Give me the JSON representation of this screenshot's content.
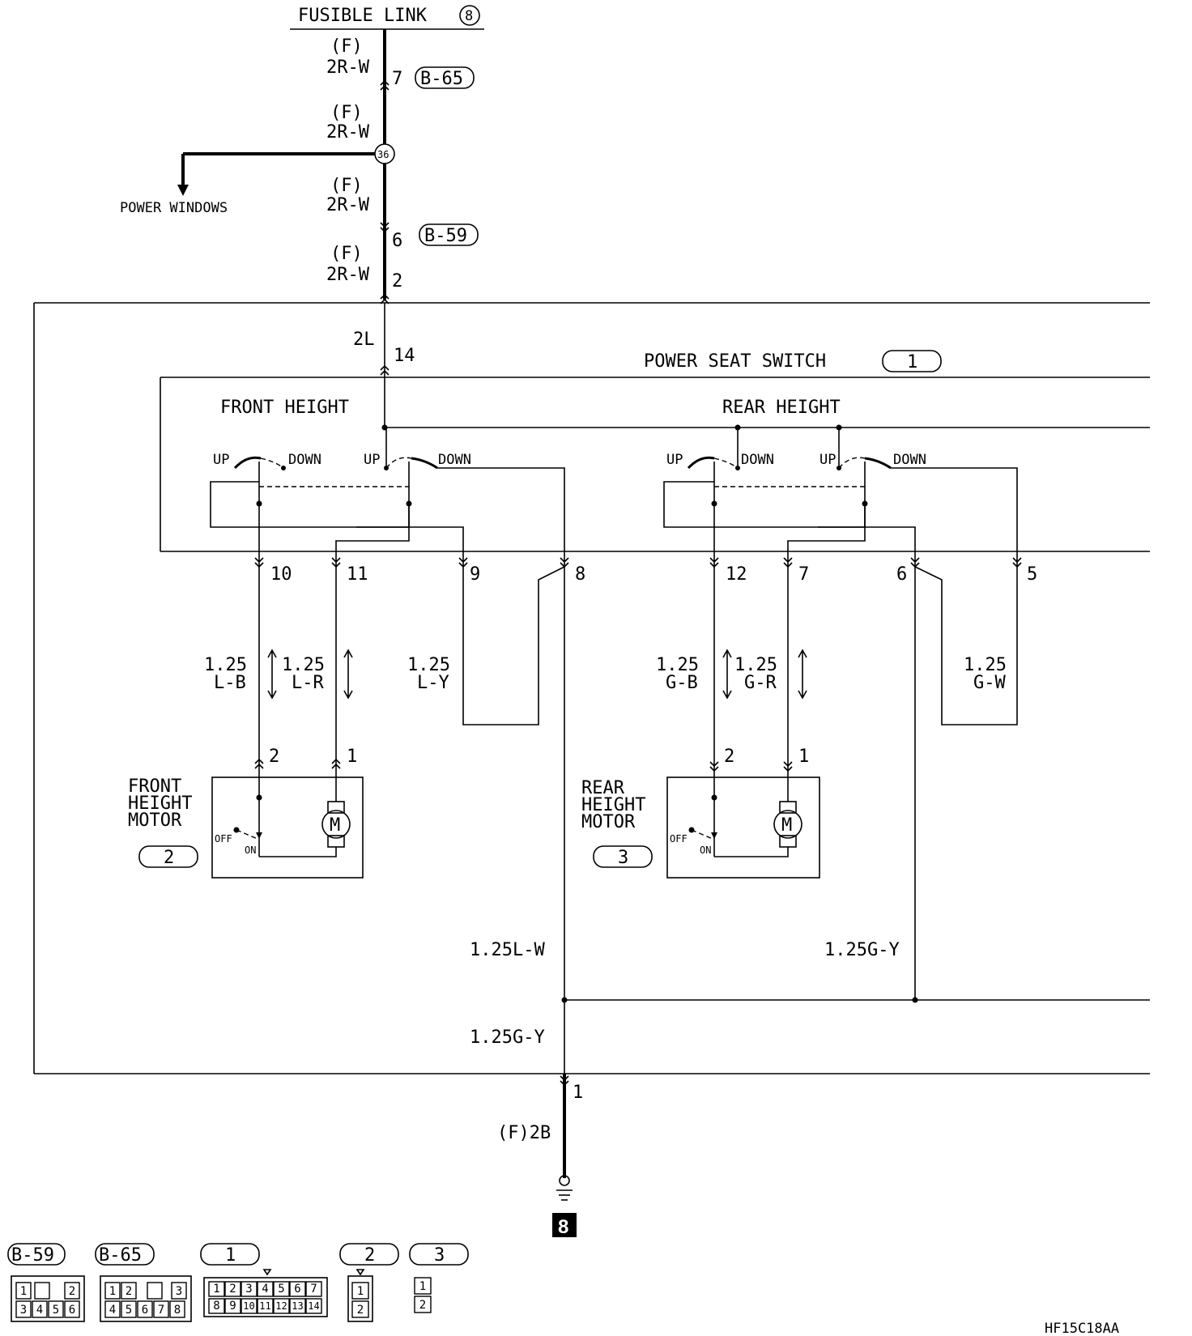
{
  "header": {
    "fusible_link": "FUSIBLE LINK",
    "fusible_link_number": "8",
    "power_windows": "POWER WINDOWS"
  },
  "wires": {
    "feed_code": "(F)",
    "feed_color": "2R-W",
    "switch_feed": "2L",
    "front_b": "1.25\nL-B",
    "front_b_size": "1.25",
    "front_b_color": "L-B",
    "front_r_size": "1.25",
    "front_r_color": "L-R",
    "front_y_size": "1.25",
    "front_y_color": "L-Y",
    "rear_b_size": "1.25",
    "rear_b_color": "G-B",
    "rear_r_size": "1.25",
    "rear_r_color": "G-R",
    "rear_w_size": "1.25",
    "rear_w_color": "G-W",
    "lw": "1.25L-W",
    "gy1": "1.25G-Y",
    "gy2": "1.25G-Y",
    "ground_wire": "(F)2B"
  },
  "connectors": {
    "b65": "B-65",
    "b59": "B-59",
    "junction": "36",
    "sw_id": "1",
    "front_motor_id": "2",
    "rear_motor_id": "3",
    "ground_id": "8"
  },
  "pins": {
    "b65": "7",
    "b59": "6",
    "sw_in": "2",
    "p14": "14",
    "p10": "10",
    "p11": "11",
    "p9": "9",
    "p8": "8",
    "p12": "12",
    "p7": "7",
    "p6": "6",
    "p5": "5",
    "fm2": "2",
    "fm1": "1",
    "rm2": "2",
    "rm1": "1",
    "gnd": "1"
  },
  "switch": {
    "title": "POWER SEAT SWITCH",
    "front_height": "FRONT HEIGHT",
    "rear_height": "REAR HEIGHT",
    "up": "UP",
    "down": "DOWN"
  },
  "motors": {
    "front_line1": "FRONT",
    "front_line2": "HEIGHT",
    "front_line3": "MOTOR",
    "rear_line1": "REAR",
    "rear_line2": "HEIGHT",
    "rear_line3": "MOTOR",
    "off": "OFF",
    "on": "ON",
    "m": "M"
  },
  "legend": {
    "b59": "B-59",
    "b65": "B-65",
    "c1": "1",
    "c2": "2",
    "c3": "3",
    "b59_pins": [
      "1",
      "2",
      "3",
      "4",
      "5",
      "6"
    ],
    "b65_pins": [
      "1",
      "2",
      "3",
      "4",
      "5",
      "6",
      "7",
      "8"
    ],
    "c1_pins": [
      "1",
      "2",
      "3",
      "4",
      "5",
      "6",
      "7",
      "8",
      "9",
      "10",
      "11",
      "12",
      "13",
      "14"
    ],
    "c2_pins": [
      "1",
      "2"
    ],
    "c3_pins": [
      "1",
      "2"
    ]
  },
  "figure_code": "HF15C18AA"
}
